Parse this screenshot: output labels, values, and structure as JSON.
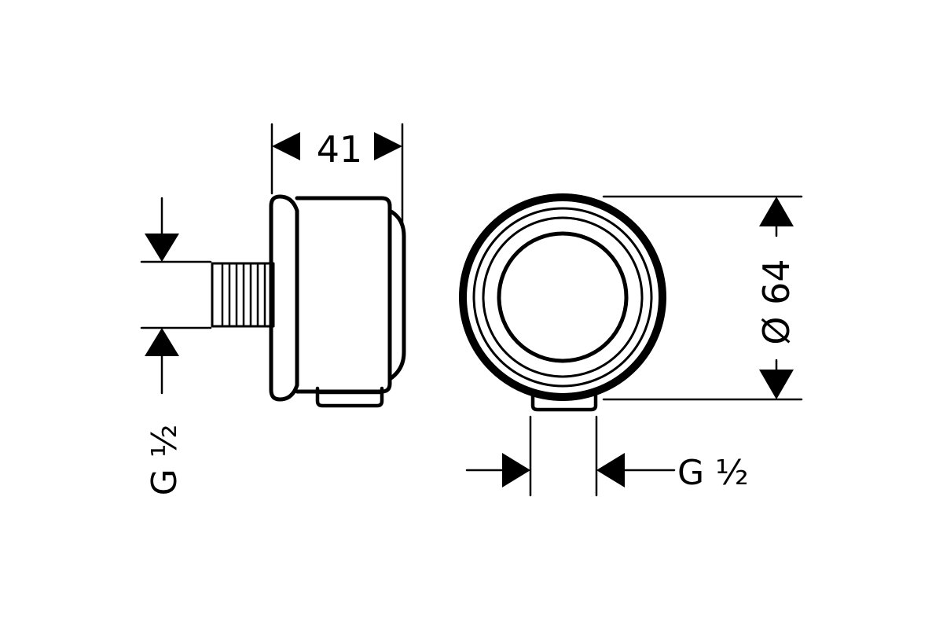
{
  "dimensions": {
    "width_41": "41",
    "diameter_64": "Ø 64",
    "thread_side": "G ½",
    "thread_front": "G ½"
  },
  "colors": {
    "line": "#000000",
    "background": "#ffffff"
  }
}
